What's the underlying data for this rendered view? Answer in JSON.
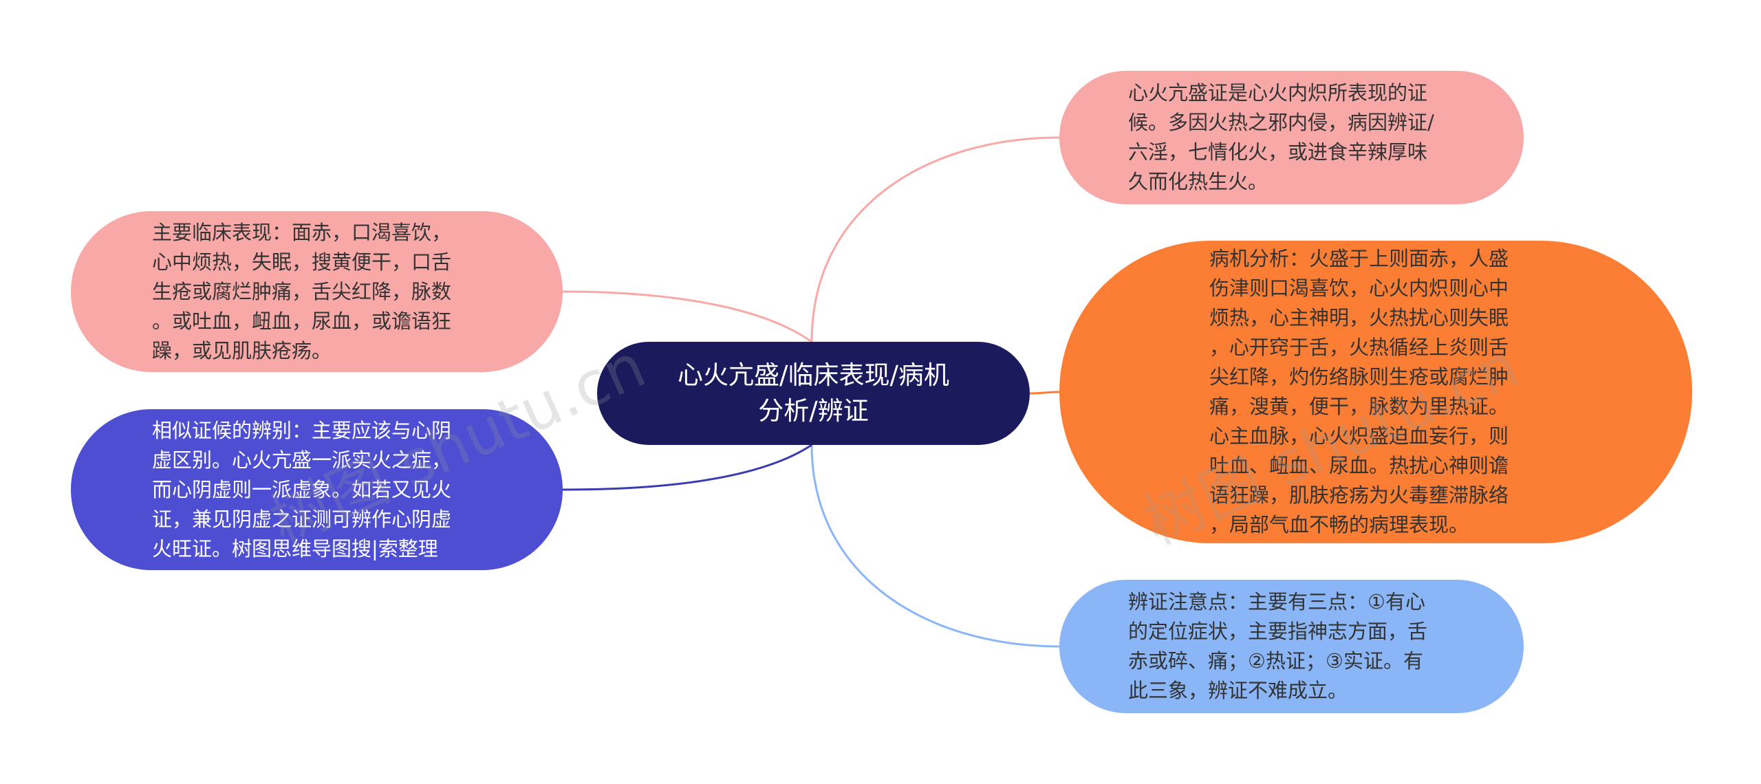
{
  "colors": {
    "root": "#1b1a5c",
    "pink": "#f8a9a7",
    "orange": "#fc7e35",
    "light_blue": "#8ab6f7",
    "indigo": "#4d4ed2"
  },
  "root": {
    "label": "心火亢盛/临床表现/病机\n分析/辨证"
  },
  "nodes": {
    "etiology": "心火亢盛证是心火内炽所表现的证\n候。多因火热之邪内侵，病因辨证/\n六淫，七情化火，或进食辛辣厚味\n久而化热生火。",
    "pathogenesis": "病机分析：火盛于上则面赤，人盛\n伤津则口渴喜饮，心火内炽则心中\n烦热，心主神明，火热扰心则失眠\n，心开窍于舌，火热循经上炎则舌\n尖红降，灼伤络脉则生疮或腐烂肿\n痛，溲黄，便干，脉数为里热证。\n心主血脉，心火炽盛迫血妄行，则\n吐血、衄血、尿血。热扰心神则谵\n语狂躁，肌肤疮疡为火毒壅滞脉络\n，局部气血不畅的病理表现。",
    "key_points": "辨证注意点：主要有三点：①有心\n的定位症状，主要指神志方面，舌\n赤或碎、痛；②热证；③实证。有\n此三象，辨证不难成立。",
    "clinical": "主要临床表现：面赤，口渴喜饮，\n心中烦热，失眠，搜黄便干，口舌\n生疮或腐烂肿痛，舌尖红降，脉数\n。或吐血，衄血，尿血，或谵语狂\n躁，或见肌肤疮疡。",
    "differentiation": "相似证候的辨别：主要应该与心阴\n虚区别。心火亢盛一派实火之症，\n而心阴虚则一派虚象。如若又见火\n证，兼见阴虚之证测可辨作心阴虚\n火旺证。树图思维导图搜|索整理"
  },
  "watermarks": {
    "left": "树图 shutu.cn",
    "right": "树图 shutu.cn"
  }
}
